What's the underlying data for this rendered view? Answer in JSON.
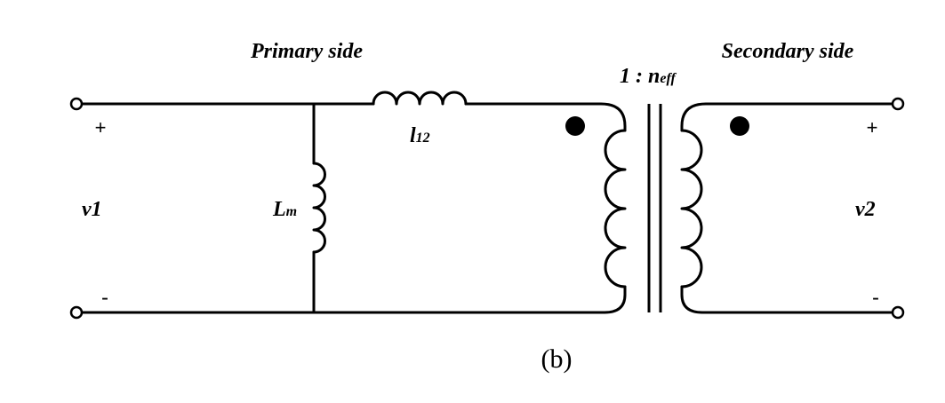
{
  "labels": {
    "primary_side": "Primary side",
    "secondary_side": "Secondary side",
    "ratio_prefix": "1 : n",
    "ratio_sub": "eff",
    "series_inductor_main": "l",
    "series_inductor_sub": "12",
    "magnetizing_inductor_main": "L",
    "magnetizing_inductor_sub": "m",
    "v1": "v1",
    "v2": "v2",
    "plus": "+",
    "minus": "-",
    "caption": "(b)"
  }
}
